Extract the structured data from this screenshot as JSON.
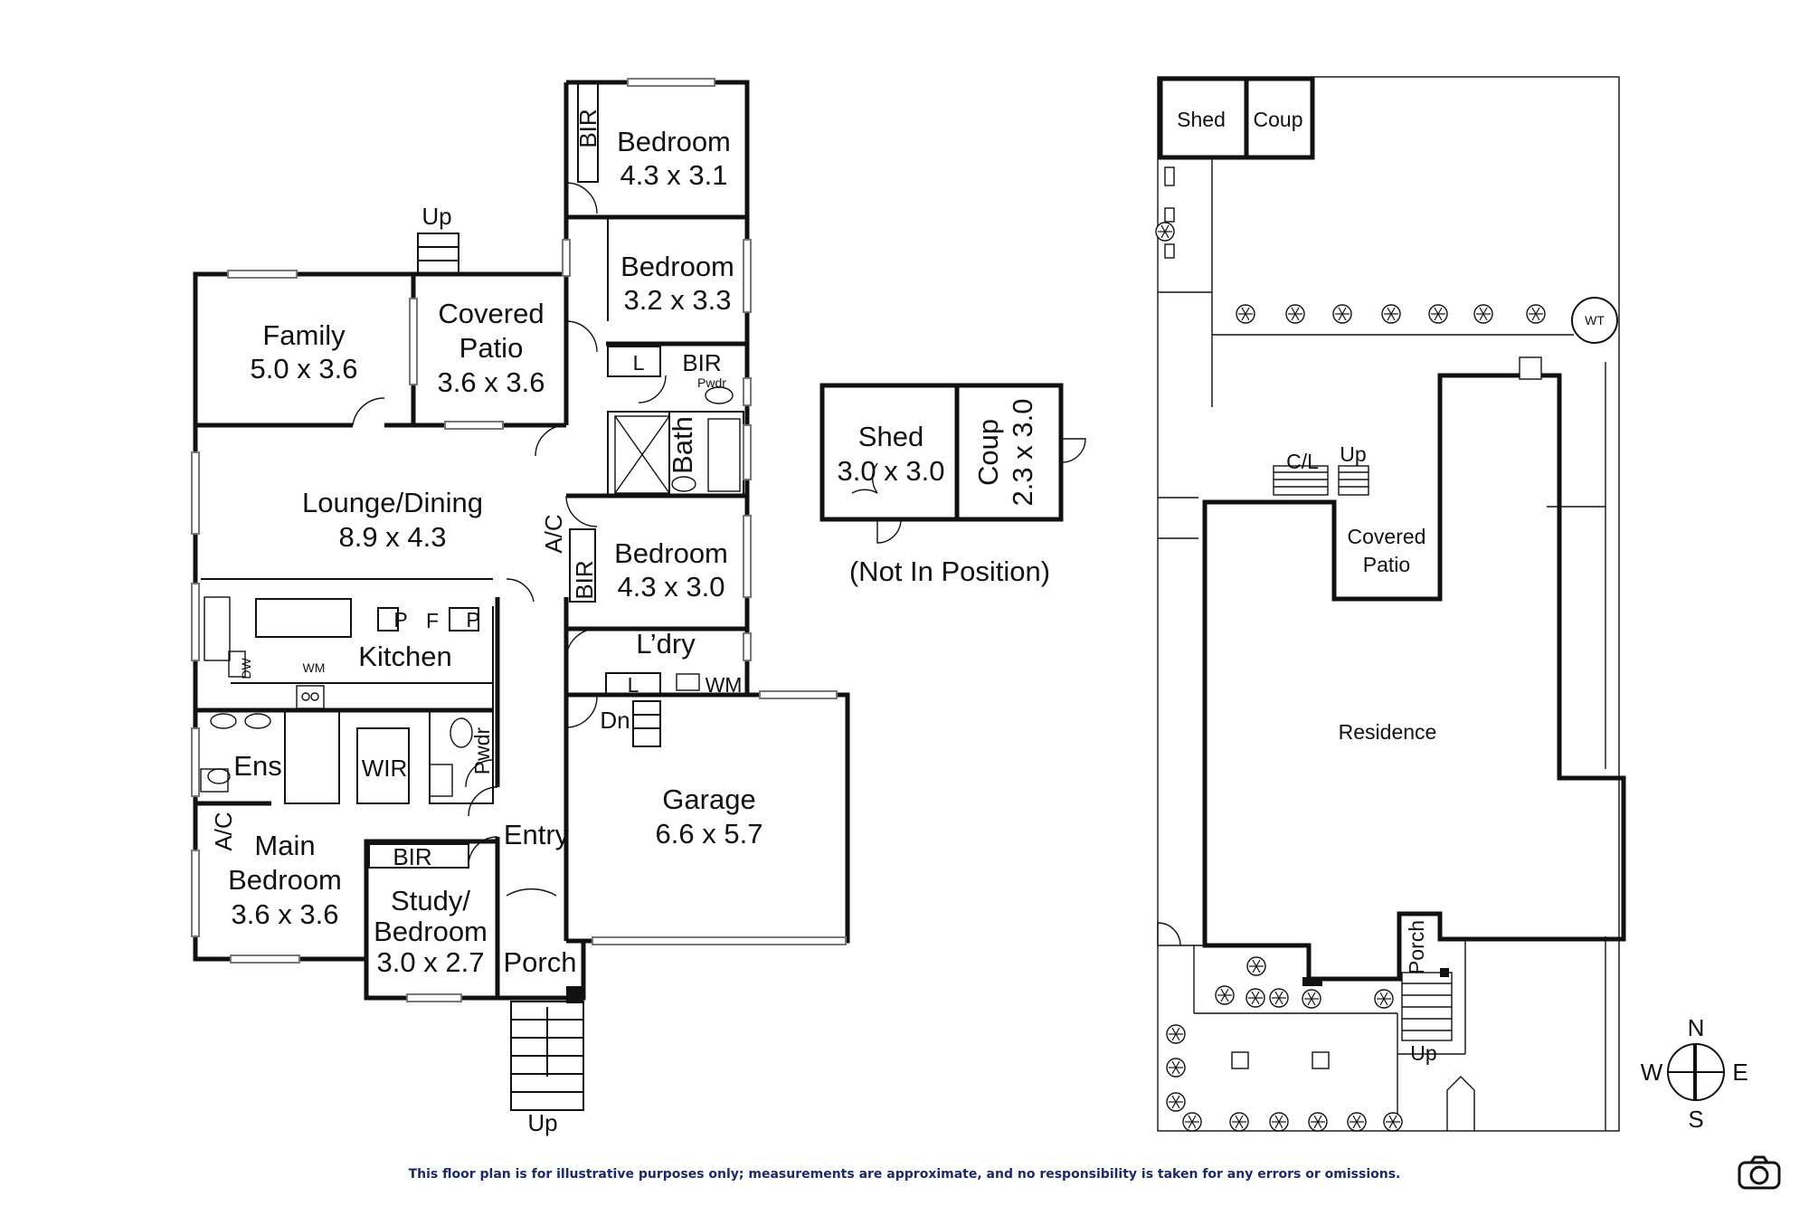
{
  "floor_plan": {
    "rooms": {
      "bedroom_top": {
        "name": "Bedroom",
        "dims": "4.3 x 3.1"
      },
      "bedroom_mid": {
        "name": "Bedroom",
        "dims": "3.2 x 3.3"
      },
      "bedroom_low": {
        "name": "Bedroom",
        "dims": "4.3 x 3.0"
      },
      "family": {
        "name": "Family",
        "dims": "5.0 x 3.6"
      },
      "covered_patio": {
        "name": "Covered",
        "name2": "Patio",
        "dims": "3.6 x 3.6"
      },
      "lounge": {
        "name": "Lounge/Dining",
        "dims": "8.9 x 4.3"
      },
      "kitchen": {
        "name": "Kitchen"
      },
      "laundry": {
        "name": "L’dry"
      },
      "garage": {
        "name": "Garage",
        "dims": "6.6 x 5.7"
      },
      "ensuite": {
        "name": "Ens"
      },
      "wir": {
        "name": "WIR"
      },
      "main_bedroom": {
        "name": "Main",
        "name2": "Bedroom",
        "dims": "3.6 x 3.6"
      },
      "study": {
        "name": "Study/",
        "name2": "Bedroom",
        "dims": "3.0 x 2.7"
      },
      "entry": {
        "name": "Entry"
      },
      "porch": {
        "name": "Porch"
      },
      "bath": {
        "name": "Bath"
      },
      "shed": {
        "name": "Shed",
        "dims": "3.0 x 3.0"
      },
      "coup": {
        "name": "Coup",
        "dims": "2.3 x 3.0"
      }
    },
    "fixtures": {
      "bir": "BIR",
      "linen": "L",
      "pwdr": "Pwdr",
      "pantry": "P",
      "fridge": "F",
      "dw": "DW",
      "wm": "WM",
      "ac": "A/C",
      "up": "Up",
      "dn": "Dn"
    },
    "note": "(Not In Position)"
  },
  "site_plan": {
    "shed": "Shed",
    "coup": "Coup",
    "water_tank": "WT",
    "clothesline": "C/L",
    "up": "Up",
    "covered_patio": "Covered",
    "covered_patio2": "Patio",
    "residence": "Residence",
    "porch": "Porch"
  },
  "compass": {
    "n": "N",
    "s": "S",
    "e": "E",
    "w": "W"
  },
  "disclaimer": "This floor plan is for illustrative purposes only; measurements are approximate, and no responsibility is taken for any errors or omissions.",
  "camera_icon": "camera-icon"
}
